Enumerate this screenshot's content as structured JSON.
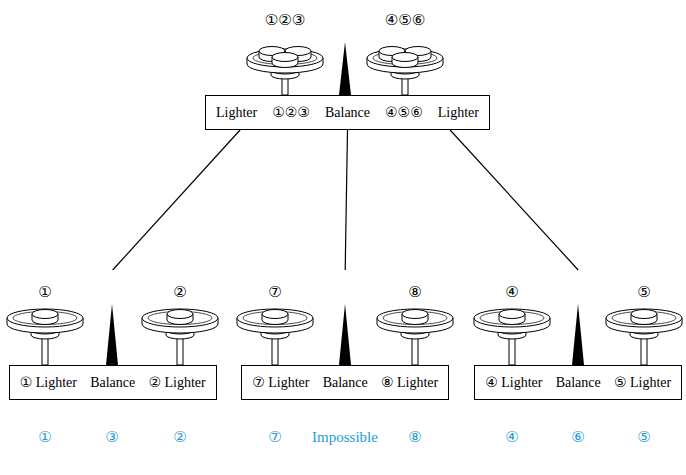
{
  "diagram": {
    "nodes": [
      {
        "text": [
          "Lighter",
          "①②③",
          "Balance",
          "④⑤⑥",
          "Lighter"
        ]
      },
      {
        "text": [
          "① Lighter",
          "Balance",
          "② Lighter"
        ]
      },
      {
        "text": [
          "⑦ Lighter",
          "Balance",
          "⑧ Lighter"
        ]
      },
      {
        "text": [
          "④ Lighter",
          "Balance",
          "⑤ Lighter"
        ]
      }
    ],
    "edges": [
      {
        "from": 0,
        "to": 1,
        "arrow": "none"
      },
      {
        "from": 0,
        "to": 2,
        "arrow": "none"
      },
      {
        "from": 0,
        "to": 3,
        "arrow": "none"
      }
    ],
    "labels": [
      "①②③",
      "④⑤⑥",
      "①",
      "②",
      "⑦",
      "⑧",
      "④",
      "⑤",
      "①",
      "③",
      "②",
      "⑦",
      "Impossible",
      "⑧",
      "④",
      "⑥",
      "⑤"
    ]
  }
}
